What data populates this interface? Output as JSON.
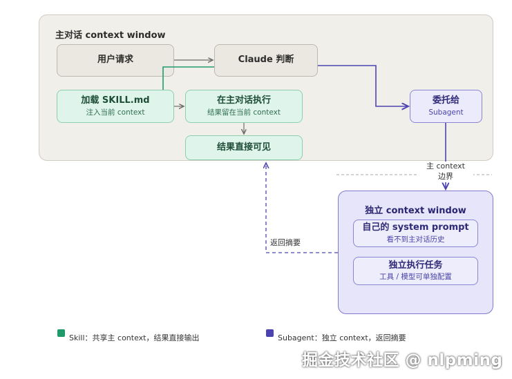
{
  "main_panel": {
    "title": "主对话 context window"
  },
  "nodes": {
    "user_request": {
      "title": "用户请求"
    },
    "claude_judge": {
      "title": "Claude 判断"
    },
    "load_skill": {
      "title": "加载 SKILL.md",
      "subtitle": "注入当前 context"
    },
    "exec_main": {
      "title": "在主对话执行",
      "subtitle": "结果留在当前 context"
    },
    "result_visible": {
      "title": "结果直接可见"
    },
    "delegate": {
      "title": "委托给",
      "subtitle": "Subagent"
    }
  },
  "boundary_label": {
    "line1": "主 context",
    "line2": "边界"
  },
  "return_label": "返回摘要",
  "sub_panel": {
    "title": "独立 context window",
    "items": [
      {
        "title": "自己的 system prompt",
        "subtitle": "看不到主对话历史"
      },
      {
        "title": "独立执行任务",
        "subtitle": "工具 / 模型可单独配置"
      }
    ]
  },
  "legend": [
    {
      "color": "#1f9b6a",
      "label": "Skill：共享主 context，结果直接输出"
    },
    {
      "color": "#4b43b0",
      "label": "Subagent：独立 context，返回摘要"
    }
  ],
  "watermark": "掘金技术社区 @ nlpming",
  "colors": {
    "skill_green": "#1f9b6a",
    "subagent_purple": "#4b43b0",
    "neutral_arrow": "#6b6b68",
    "return_dash": "#4b43b0"
  }
}
